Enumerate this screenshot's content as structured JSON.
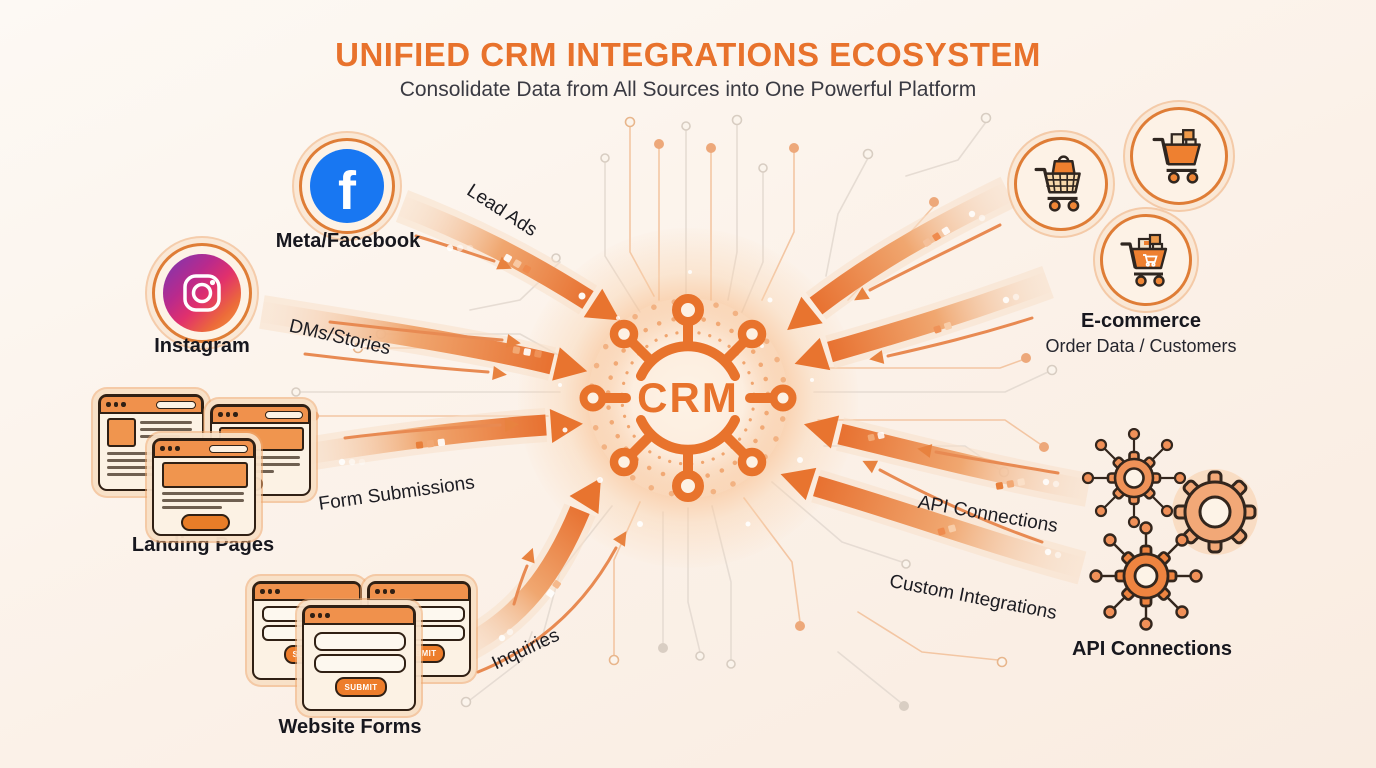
{
  "header": {
    "title": "UNIFIED CRM INTEGRATIONS ECOSYSTEM",
    "subtitle": "Consolidate Data from All Sources into One Powerful Platform"
  },
  "center": {
    "label": "CRM"
  },
  "sources": {
    "meta": {
      "label": "Meta/Facebook",
      "flow": "Lead Ads"
    },
    "instagram": {
      "label": "Instagram",
      "flow": "DMs/Stories"
    },
    "landing": {
      "label": "Landing Pages",
      "flow": "Form Submissions"
    },
    "forms": {
      "label": "Website Forms",
      "flow": "Inquiries",
      "submit": "SUBMIT"
    },
    "ecommerce": {
      "label": "E-commerce",
      "sublabel": "Order Data / Customers"
    },
    "api": {
      "label": "API Connections",
      "flow1": "API Connections",
      "flow2": "Custom Integrations"
    }
  },
  "colors": {
    "accent_orange": "#e8722c",
    "arrow_orange": "#e8743a",
    "facebook_blue": "#1877f2",
    "background": "#fbf1e8",
    "text_dark": "#1c1c22"
  }
}
